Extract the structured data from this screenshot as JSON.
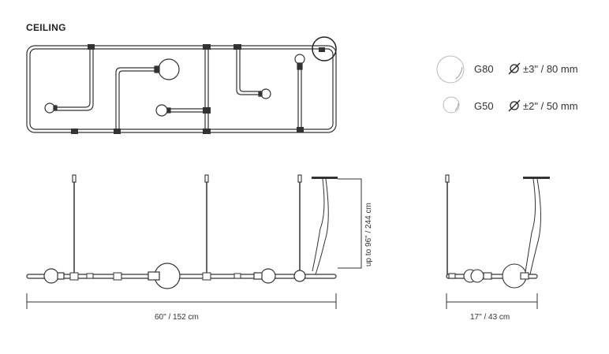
{
  "heading": "CEILING",
  "legend": [
    {
      "code": "G80",
      "size": "±3\" / 80 mm"
    },
    {
      "code": "G50",
      "size": "±2\" / 50 mm"
    }
  ],
  "diameter_symbol": "Ø",
  "dimensions": {
    "drop": "up to 96\" / 244 cm",
    "length": "60\" / 152 cm",
    "depth": "17\" / 43 cm"
  }
}
